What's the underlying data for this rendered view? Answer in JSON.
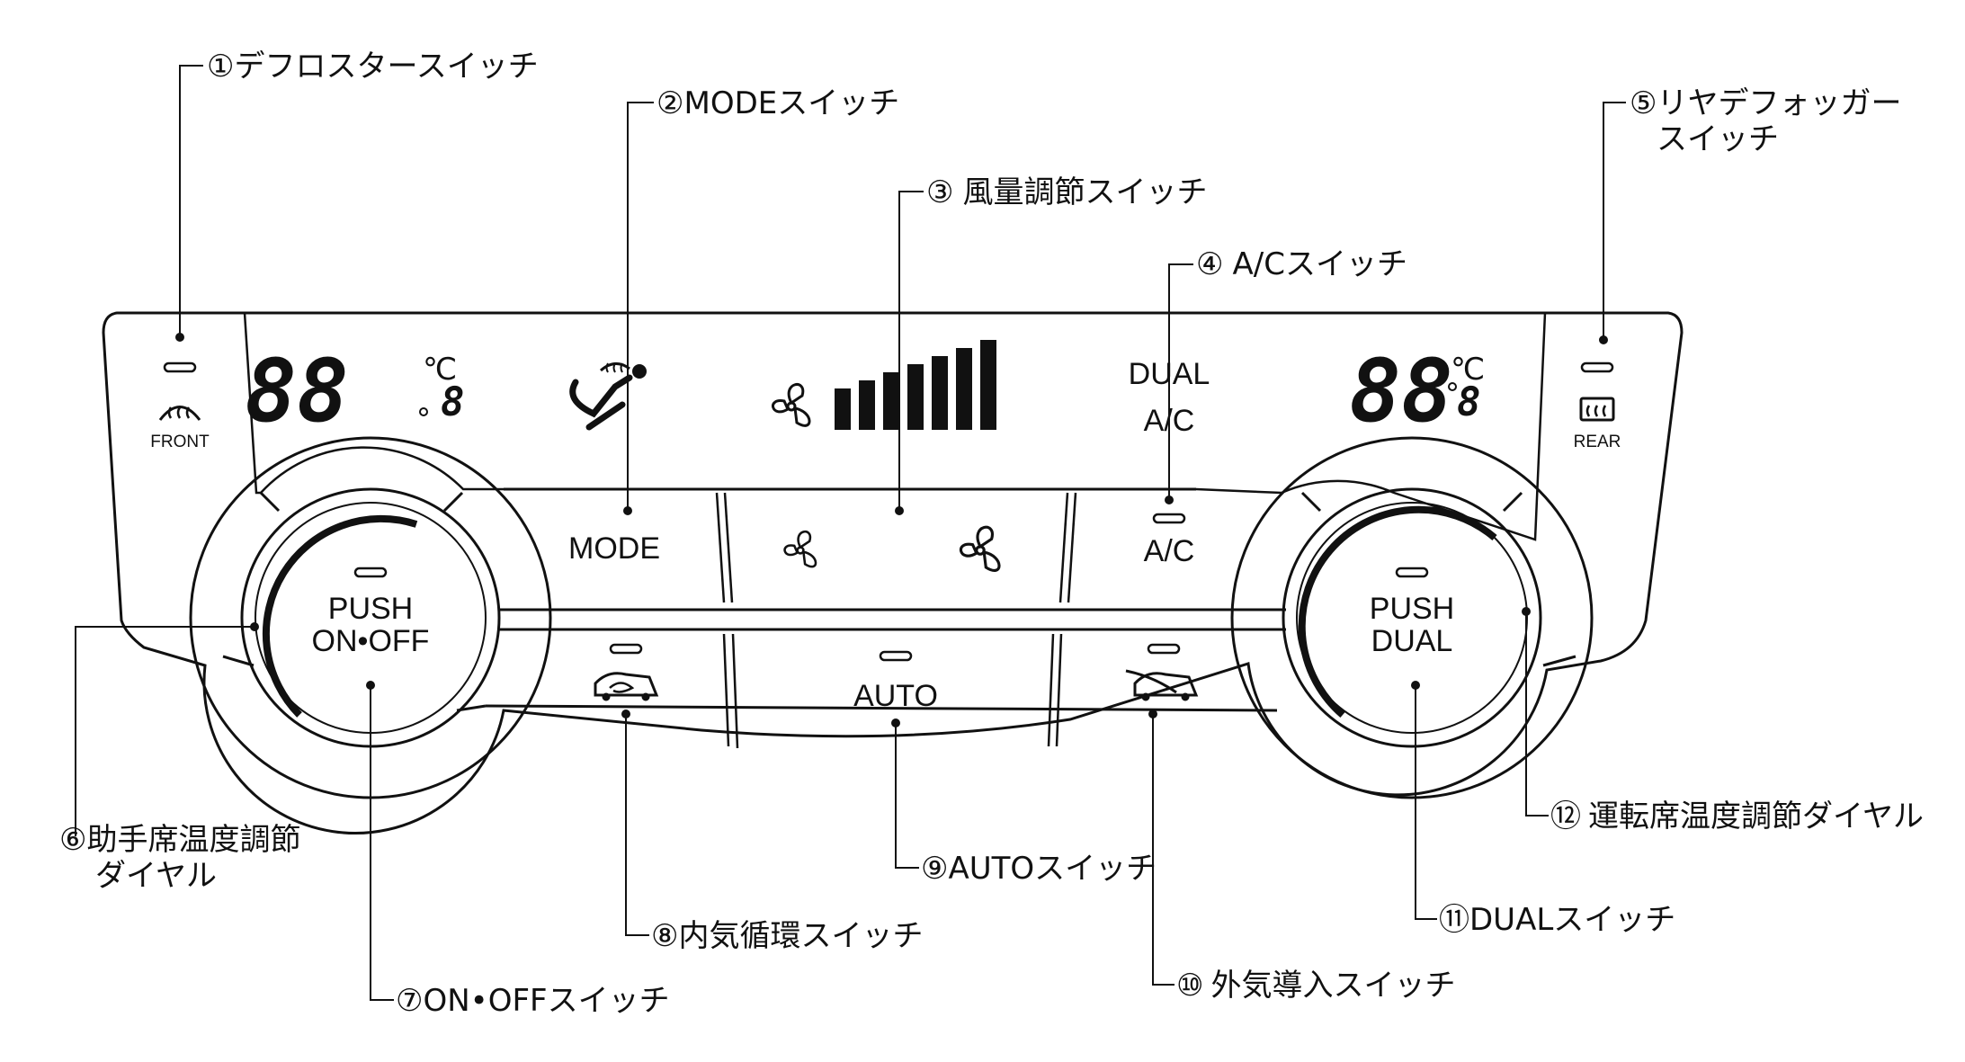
{
  "callouts": [
    {
      "num": "①",
      "text": "デフロスタースイッチ"
    },
    {
      "num": "②",
      "text": "MODEスイッチ"
    },
    {
      "num": "③",
      "text": "風量調節スイッチ"
    },
    {
      "num": "④",
      "text": "A/Cスイッチ"
    },
    {
      "num": "⑤",
      "text": "リヤデフォッガー",
      "text2": "スイッチ"
    },
    {
      "num": "⑥",
      "text": "助手席温度調節",
      "text2": "ダイヤル"
    },
    {
      "num": "⑦",
      "text": "ON•OFFスイッチ"
    },
    {
      "num": "⑧",
      "text": "内気循環スイッチ"
    },
    {
      "num": "⑨",
      "text": "AUTOスイッチ"
    },
    {
      "num": "⑩",
      "text": "外気導入スイッチ"
    },
    {
      "num": "⑪",
      "text": "DUALスイッチ"
    },
    {
      "num": "⑫",
      "text": "運転席温度調節ダイヤル"
    }
  ],
  "panel": {
    "front_label": "FRONT",
    "rear_label": "REAR",
    "mode_label": "MODE",
    "ac_label": "A/C",
    "auto_label": "AUTO",
    "push_left": "PUSH",
    "onoff_label": "ON•OFF",
    "push_right": "PUSH",
    "dual_label": "DUAL",
    "display": {
      "temp_left_main": "88",
      "temp_left_dec": "8",
      "temp_right_main": "88",
      "temp_right_dec": "8",
      "unit": "℃",
      "dual_indicator": "DUAL",
      "ac_indicator": "A/C",
      "fan_bars": 7
    }
  },
  "icons": [
    "front-defroster-icon",
    "rear-defogger-icon",
    "fan-icon",
    "recirculation-icon",
    "fresh-air-icon",
    "mode-seat-icon"
  ]
}
